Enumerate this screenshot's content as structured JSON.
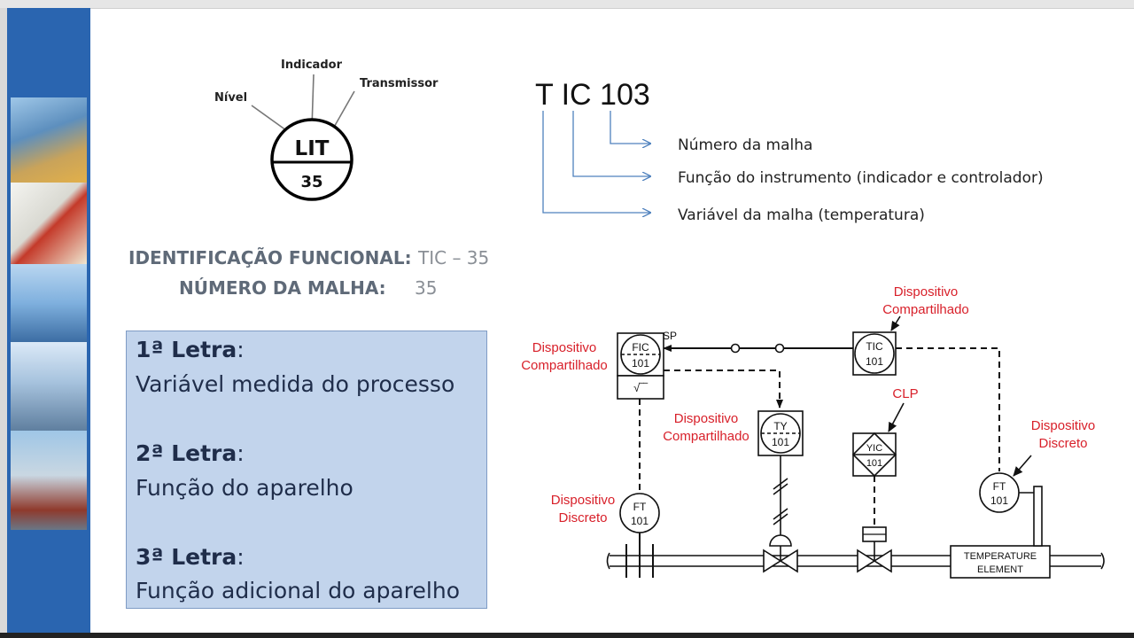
{
  "lit_symbol": {
    "label_nivel": "Nível",
    "label_indicador": "Indicador",
    "label_transmissor": "Transmissor",
    "tag": "LIT",
    "number": "35"
  },
  "tag_breakdown": {
    "tag_text": "T IC 103",
    "items": [
      "Número da malha",
      "Função do instrumento (indicador e controlador)",
      "Variável da malha (temperatura)"
    ]
  },
  "identification": {
    "functional_label": "IDENTIFICAÇÃO FUNCIONAL:",
    "functional_value": "TIC – 35",
    "loop_label": "NÚMERO DA MALHA:",
    "loop_value": "35"
  },
  "letters": [
    {
      "title": "1ª Letra",
      "desc": "Variável medida do processo"
    },
    {
      "title": "2ª Letra",
      "desc": "Função do aparelho"
    },
    {
      "title": "3ª Letra",
      "desc": "Função adicional do aparelho"
    }
  ],
  "pid": {
    "sp": "SP",
    "fic_tag": "FIC",
    "fic_num": "101",
    "sqrt": "√‾‾",
    "tic_tag": "TIC",
    "tic_num": "101",
    "ty_tag": "TY",
    "ty_num": "101",
    "yic_tag": "YIC",
    "yic_num": "101",
    "ft_left_tag": "FT",
    "ft_left_num": "101",
    "ft_right_tag": "FT",
    "ft_right_num": "101",
    "element_line1": "TEMPERATURE",
    "element_line2": "ELEMENT",
    "clp": "CLP",
    "ann_shared_fic_1": "Dispositivo",
    "ann_shared_fic_2": "Compartilhado",
    "ann_shared_tic_1": "Dispositivo",
    "ann_shared_tic_2": "Compartilhado",
    "ann_shared_ty_1": "Dispositivo",
    "ann_shared_ty_2": "Compartilhado",
    "ann_discrete_left_1": "Dispositivo",
    "ann_discrete_left_2": "Discreto",
    "ann_discrete_right_1": "Dispositivo",
    "ann_discrete_right_2": "Discreto"
  },
  "colors": {
    "sidebar": "#2a65b0",
    "annotation_red": "#d8202a",
    "box_fill": "#c2d4ec",
    "arrow_blue": "#4f81bd"
  }
}
